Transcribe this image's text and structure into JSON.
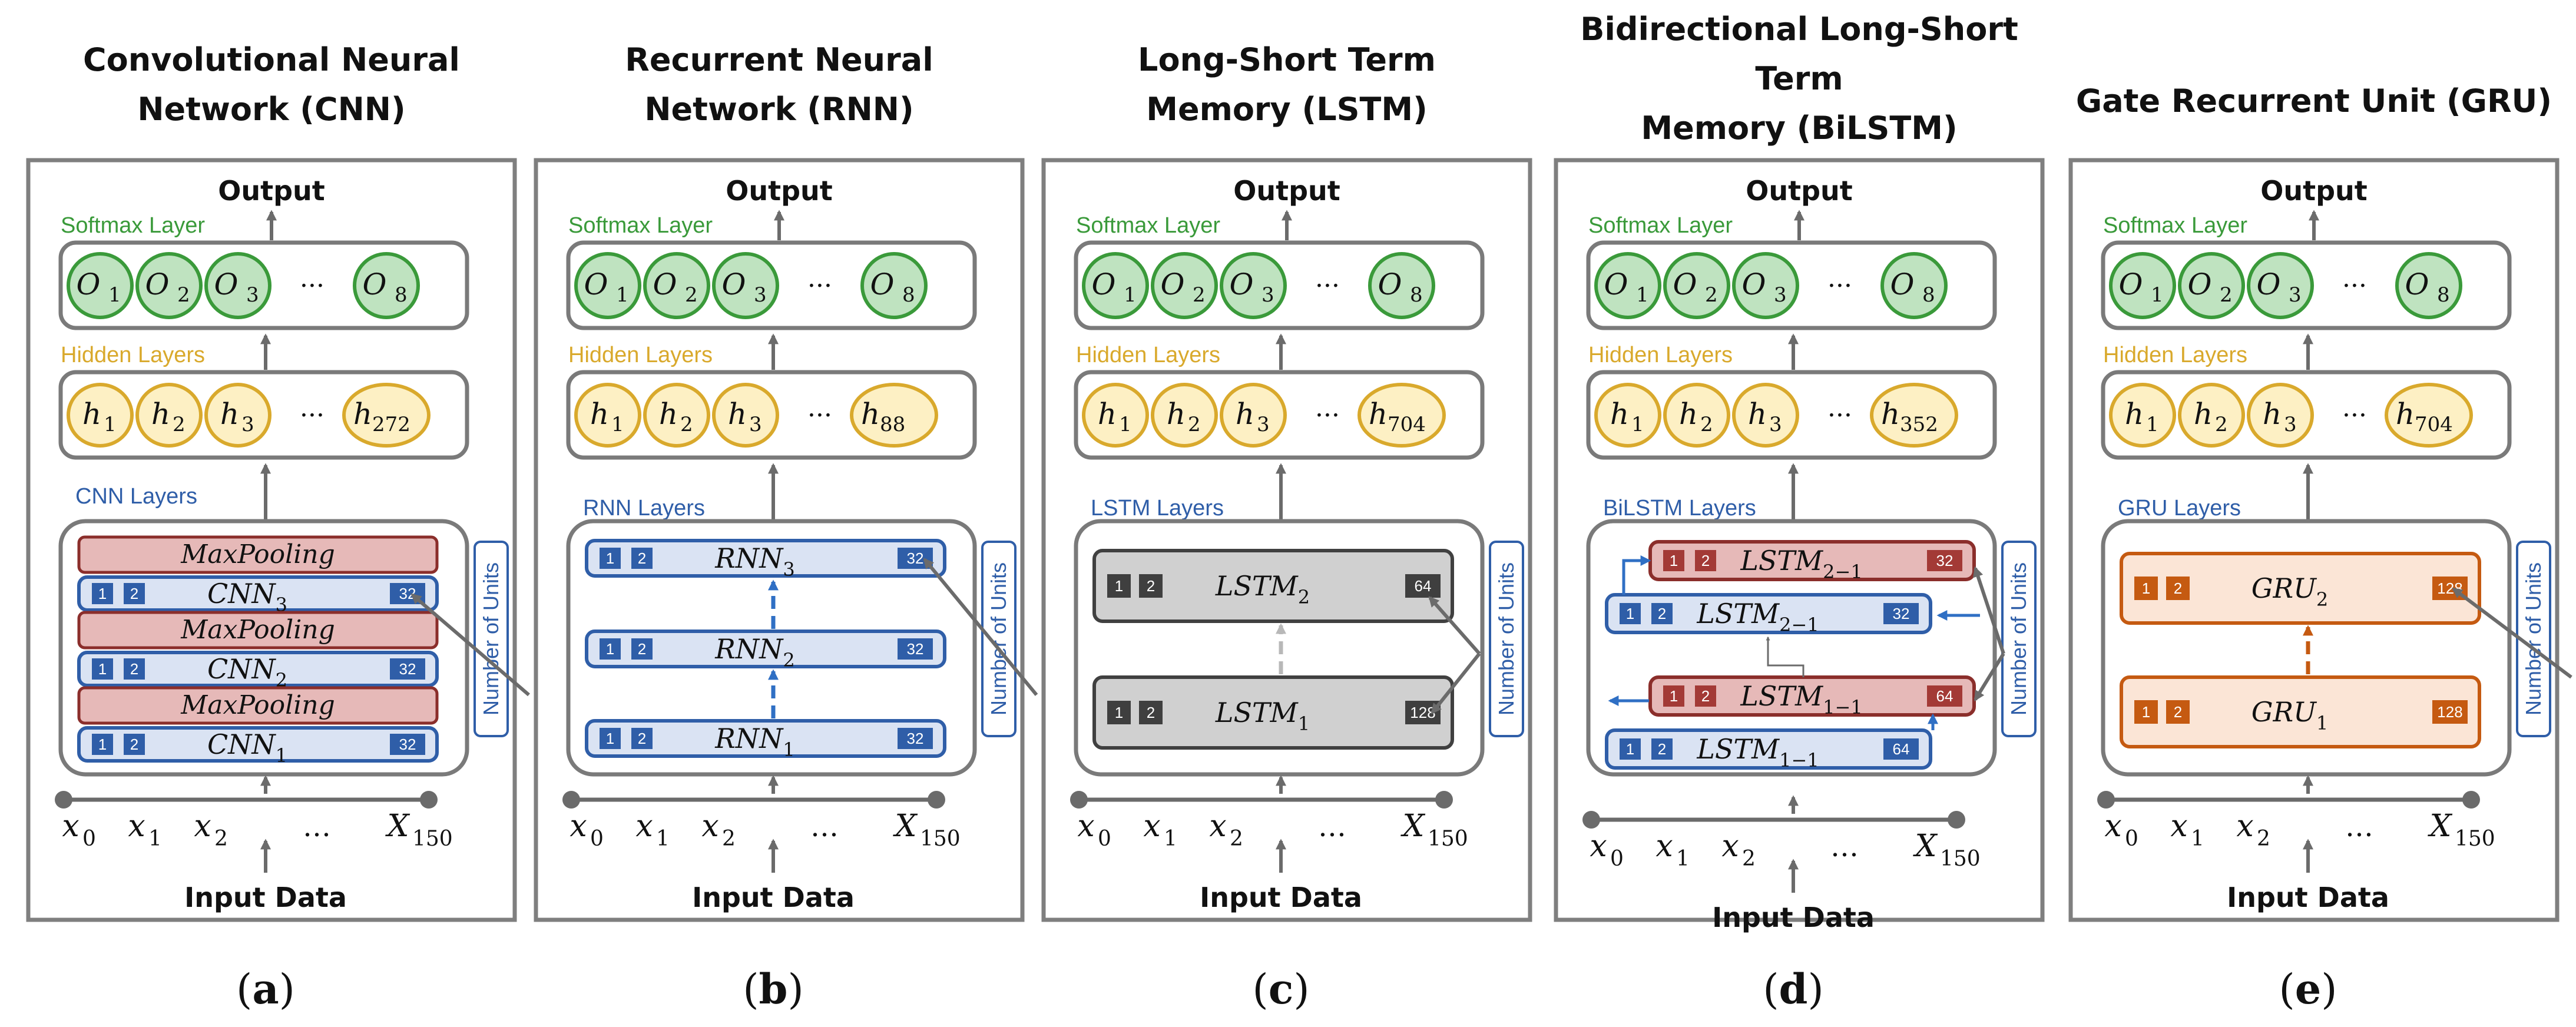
{
  "panels": [
    {
      "titles": [
        "Convolutional Neural",
        "Network (CNN)"
      ],
      "output": "Output",
      "softmax": "Softmax Layer",
      "hidden": "Hidden Layers",
      "layers_label": "CNN Layers",
      "outputs": {
        "o1": "O",
        "s1": "1",
        "s2": "2",
        "s3": "3",
        "dots": "···",
        "s8": "8"
      },
      "hidden_units": {
        "h": "h",
        "s1": "1",
        "s2": "2",
        "s3": "3",
        "dots": "···",
        "last": "272"
      },
      "blocks": [
        {
          "kind": "pool",
          "text": "MaxPooling"
        },
        {
          "kind": "layer",
          "base": "CNN",
          "sub": "3",
          "sq1": "1",
          "sq2": "2",
          "units": "32"
        },
        {
          "kind": "pool",
          "text": "MaxPooling"
        },
        {
          "kind": "layer",
          "base": "CNN",
          "sub": "2",
          "sq1": "1",
          "sq2": "2",
          "units": "32"
        },
        {
          "kind": "pool",
          "text": "MaxPooling"
        },
        {
          "kind": "layer",
          "base": "CNN",
          "sub": "1",
          "sq1": "1",
          "sq2": "2",
          "units": "32"
        }
      ],
      "units_label": "Number of Units",
      "inputs": {
        "x0": "x",
        "x0s": "0",
        "x1": "x",
        "x1s": "1",
        "x2": "x",
        "x2s": "2",
        "dots": "…",
        "xn": "X",
        "xns": "150"
      },
      "input_label": "Input Data",
      "caption": {
        "open": "(",
        "letter": "a",
        "close": ")"
      }
    },
    {
      "titles": [
        "Recurrent Neural",
        "Network (RNN)"
      ],
      "output": "Output",
      "softmax": "Softmax Layer",
      "hidden": "Hidden Layers",
      "layers_label": "RNN Layers",
      "outputs": {
        "o1": "O",
        "s1": "1",
        "s2": "2",
        "s3": "3",
        "dots": "···",
        "s8": "8"
      },
      "hidden_units": {
        "h": "h",
        "s1": "1",
        "s2": "2",
        "s3": "3",
        "dots": "···",
        "last": "88"
      },
      "blocks": [
        {
          "kind": "layer",
          "base": "RNN",
          "sub": "3",
          "sq1": "1",
          "sq2": "2",
          "units": "32"
        },
        {
          "kind": "layer",
          "base": "RNN",
          "sub": "2",
          "sq1": "1",
          "sq2": "2",
          "units": "32"
        },
        {
          "kind": "layer",
          "base": "RNN",
          "sub": "1",
          "sq1": "1",
          "sq2": "2",
          "units": "32"
        }
      ],
      "units_label": "Number of Units",
      "inputs": {
        "x0": "x",
        "x0s": "0",
        "x1": "x",
        "x1s": "1",
        "x2": "x",
        "x2s": "2",
        "dots": "…",
        "xn": "X",
        "xns": "150"
      },
      "input_label": "Input Data",
      "caption": {
        "open": "(",
        "letter": "b",
        "close": ")"
      }
    },
    {
      "titles": [
        "Long-Short Term",
        "Memory (LSTM)"
      ],
      "output": "Output",
      "softmax": "Softmax Layer",
      "hidden": "Hidden Layers",
      "layers_label": "LSTM Layers",
      "outputs": {
        "o1": "O",
        "s1": "1",
        "s2": "2",
        "s3": "3",
        "dots": "···",
        "s8": "8"
      },
      "hidden_units": {
        "h": "h",
        "s1": "1",
        "s2": "2",
        "s3": "3",
        "dots": "···",
        "last": "704"
      },
      "blocks": [
        {
          "kind": "layer",
          "base": "LSTM",
          "sub": "2",
          "sq1": "1",
          "sq2": "2",
          "units": "64"
        },
        {
          "kind": "layer",
          "base": "LSTM",
          "sub": "1",
          "sq1": "1",
          "sq2": "2",
          "units": "128"
        }
      ],
      "units_label": "Number of Units",
      "inputs": {
        "x0": "x",
        "x0s": "0",
        "x1": "x",
        "x1s": "1",
        "x2": "x",
        "x2s": "2",
        "dots": "…",
        "xn": "X",
        "xns": "150"
      },
      "input_label": "Input Data",
      "caption": {
        "open": "(",
        "letter": "c",
        "close": ")"
      }
    },
    {
      "titles": [
        "Bidirectional Long-Short",
        "Term",
        "Memory (BiLSTM)"
      ],
      "output": "Output",
      "softmax": "Softmax Layer",
      "hidden": "Hidden Layers",
      "layers_label": "BiLSTM Layers",
      "outputs": {
        "o1": "O",
        "s1": "1",
        "s2": "2",
        "s3": "3",
        "dots": "···",
        "s8": "8"
      },
      "hidden_units": {
        "h": "h",
        "s1": "1",
        "s2": "2",
        "s3": "3",
        "dots": "···",
        "last": "352"
      },
      "blocks": [
        {
          "kind": "back",
          "base": "LSTM",
          "sub": "2−1",
          "sq1": "1",
          "sq2": "2",
          "units": "32"
        },
        {
          "kind": "fwd",
          "base": "LSTM",
          "sub": "2−1",
          "sq1": "1",
          "sq2": "2",
          "units": "32"
        },
        {
          "kind": "back",
          "base": "LSTM",
          "sub": "1−1",
          "sq1": "1",
          "sq2": "2",
          "units": "64"
        },
        {
          "kind": "fwd",
          "base": "LSTM",
          "sub": "1−1",
          "sq1": "1",
          "sq2": "2",
          "units": "64"
        }
      ],
      "units_label": "Number of Units",
      "inputs": {
        "x0": "x",
        "x0s": "0",
        "x1": "x",
        "x1s": "1",
        "x2": "x",
        "x2s": "2",
        "dots": "…",
        "xn": "X",
        "xns": "150"
      },
      "input_label": "Input Data",
      "caption": {
        "open": "(",
        "letter": "d",
        "close": ")"
      }
    },
    {
      "titles": [
        "Gate Recurrent Unit (GRU)"
      ],
      "output": "Output",
      "softmax": "Softmax Layer",
      "hidden": "Hidden Layers",
      "layers_label": "GRU Layers",
      "outputs": {
        "o1": "O",
        "s1": "1",
        "s2": "2",
        "s3": "3",
        "dots": "···",
        "s8": "8"
      },
      "hidden_units": {
        "h": "h",
        "s1": "1",
        "s2": "2",
        "s3": "3",
        "dots": "···",
        "last": "704"
      },
      "blocks": [
        {
          "kind": "layer",
          "base": "GRU",
          "sub": "2",
          "sq1": "1",
          "sq2": "2",
          "units": "128"
        },
        {
          "kind": "layer",
          "base": "GRU",
          "sub": "1",
          "sq1": "1",
          "sq2": "2",
          "units": "128"
        }
      ],
      "units_label": "Number of Units",
      "inputs": {
        "x0": "x",
        "x0s": "0",
        "x1": "x",
        "x1s": "1",
        "x2": "x",
        "x2s": "2",
        "dots": "…",
        "xn": "X",
        "xns": "150"
      },
      "input_label": "Input Data",
      "caption": {
        "open": "(",
        "letter": "e",
        "close": ")"
      }
    }
  ],
  "colors": {
    "panel_border": "#7f7f7f",
    "softmax_node_fill": "#bfe3c0",
    "softmax_node_stroke": "#3a9a3a",
    "hidden_node_fill": "#fdf0c4",
    "hidden_node_stroke": "#d9a92c",
    "layer_fill": "#dae3f3",
    "layer_stroke": "#2f5ea8",
    "pool_fill": "#e6b9b8",
    "pool_stroke": "#8b2e2b",
    "lstm_fill": "#d0d0d0",
    "lstm_stroke": "#404040",
    "gru_fill": "#fbe5d6",
    "gru_stroke": "#c55a11"
  }
}
